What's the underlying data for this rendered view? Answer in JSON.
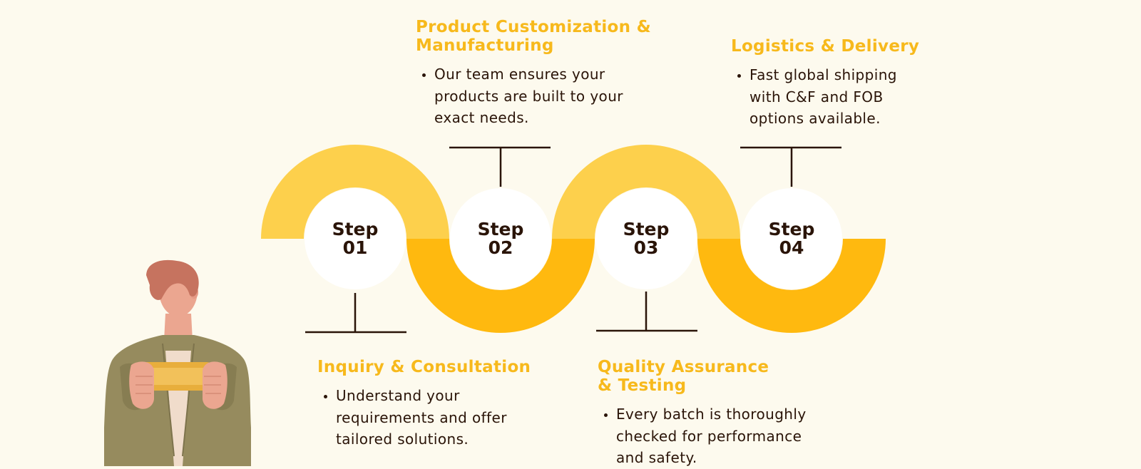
{
  "colors": {
    "background": "#fdfaee",
    "arc_light": "#fdd04c",
    "arc_dark": "#ffb90f",
    "circle": "#ffffff",
    "heading": "#f7b91c",
    "text": "#2a1408",
    "connector": "#2a1408"
  },
  "steps": [
    {
      "label_line1": "Step",
      "label_line2": "01",
      "title": "Inquiry & Consultation",
      "bullet": "Understand your requirements and offer tailored solutions."
    },
    {
      "label_line1": "Step",
      "label_line2": "02",
      "title": "Product Customization & Manufacturing",
      "bullet": "Our team ensures your products are built to your exact needs."
    },
    {
      "label_line1": "Step",
      "label_line2": "03",
      "title": "Quality Assurance & Testing",
      "bullet": "Every batch is thoroughly checked for performance and safety."
    },
    {
      "label_line1": "Step",
      "label_line2": "04",
      "title": "Logistics & Delivery",
      "bullet": "Fast global shipping with C&F and FOB options available."
    }
  ],
  "illustration": "person-holding-phone-illustration"
}
